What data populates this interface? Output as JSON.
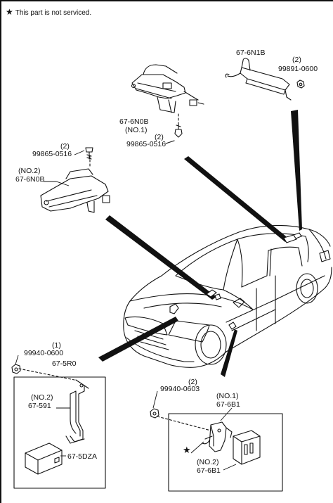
{
  "note": {
    "star": "★",
    "text": "This part is not serviced."
  },
  "labels": {
    "p676n1b": "67-6N1B",
    "q99891_n": "(2)",
    "p99891": "99891-0600",
    "p676n0b_top": "67-6N0B",
    "no1_top": "(NO.1)",
    "q99865b_n": "(2)",
    "p99865b": "99865-0516",
    "q99865a_n": "(2)",
    "p99865a": "99865-0516",
    "no2_left": "(NO.2)",
    "p676n0b_left": "67-6N0B",
    "q99940a_n": "(1)",
    "p99940a": "99940-0600",
    "p675r0": "67-5R0",
    "no2_591": "(NO.2)",
    "p67591": "67-591",
    "p675dza": "67-5DZA",
    "q99940b_n": "(2)",
    "p99940b": "99940-0603",
    "no1_6b1": "(NO.1)",
    "p676b1_top": "67-6B1",
    "star_mark": "★",
    "no2_6b1": "(NO.2)",
    "p676b1_bottom": "67-6B1"
  },
  "icons": [
    "star-icon",
    "bolt-icon",
    "nut-icon",
    "screw-icon"
  ]
}
